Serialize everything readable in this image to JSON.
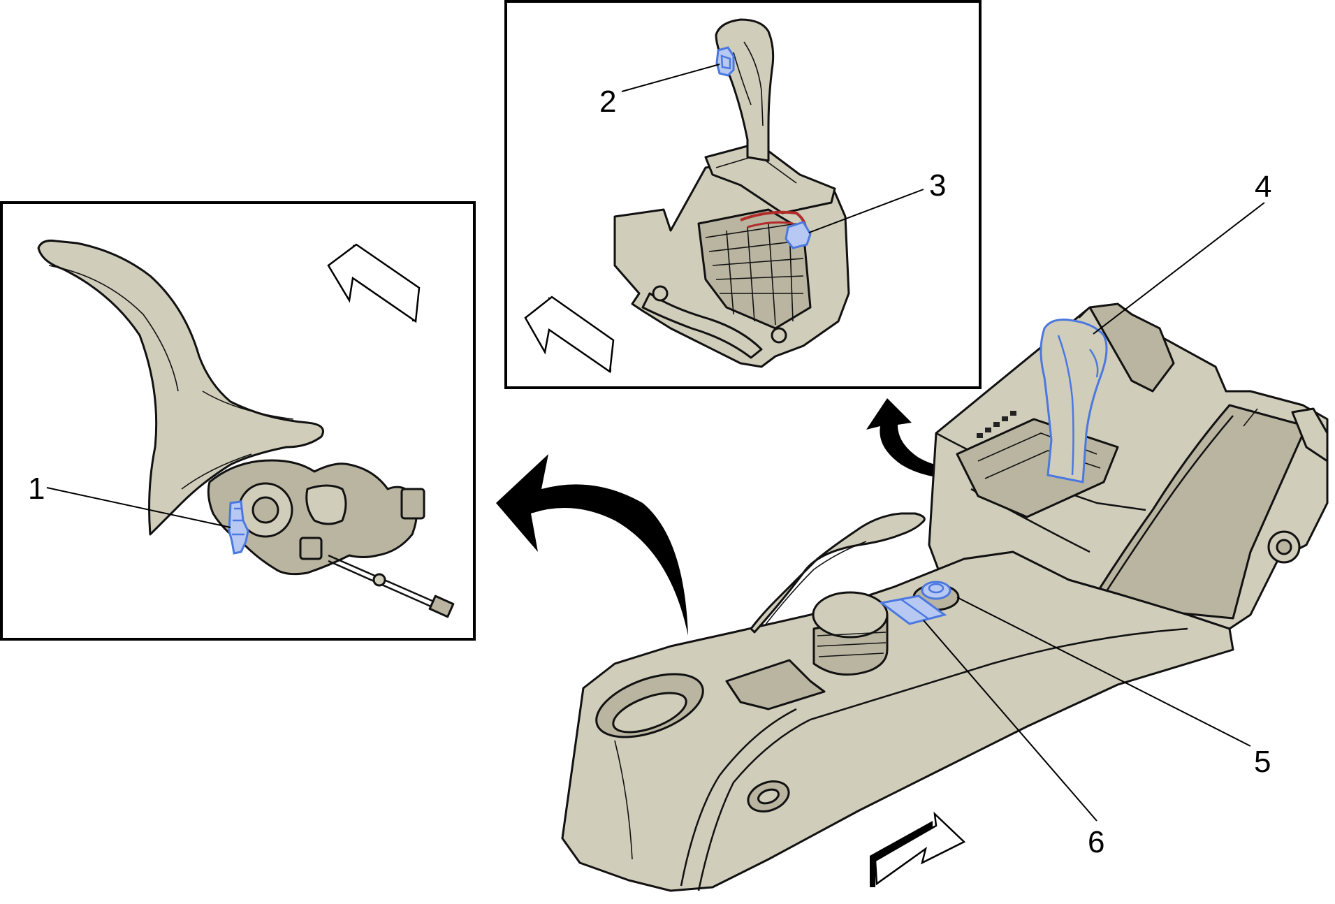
{
  "callouts": [
    {
      "label": "1"
    },
    {
      "label": "2"
    },
    {
      "label": "3"
    },
    {
      "label": "4"
    },
    {
      "label": "5"
    },
    {
      "label": "6"
    }
  ],
  "colors": {
    "part_fill": "#d0cdbb",
    "highlight": "#4a78e0",
    "outline": "#111111"
  }
}
